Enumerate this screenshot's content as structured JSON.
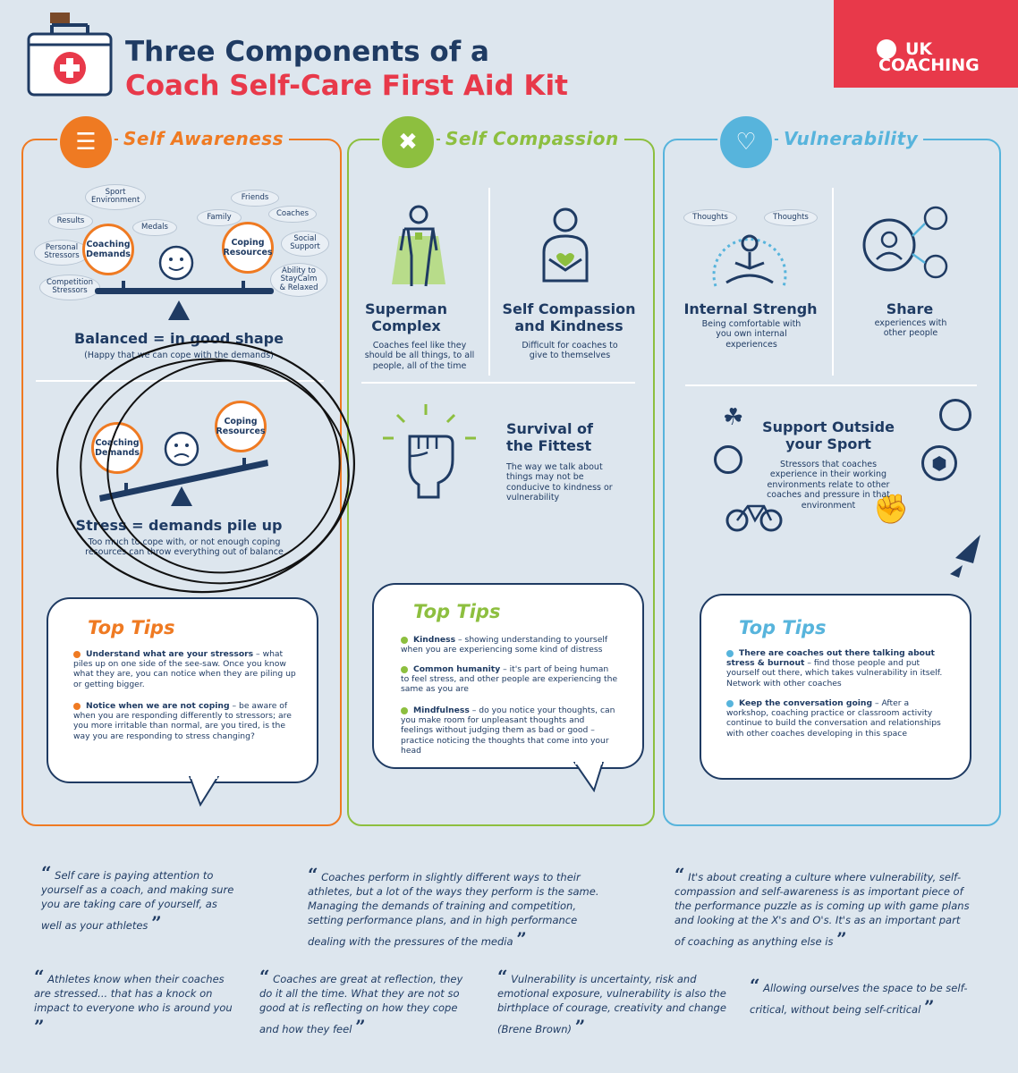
{
  "header": {
    "title_line1": "Three Components of a",
    "title_line2": "Coach Self-Care First Aid Kit",
    "logo_line1": "UK",
    "logo_line2": "COACHING"
  },
  "colors": {
    "orange": "#ef7a22",
    "green": "#8dbf3f",
    "blue": "#57b4dc",
    "navy": "#1f3b63",
    "red": "#e8394a"
  },
  "self_awareness": {
    "title": "Self Awareness",
    "bubbles": [
      "Sport Environment",
      "Results",
      "Medals",
      "Personal Stressors",
      "Competition Stressors",
      "Family",
      "Friends",
      "Coaches",
      "Social Support",
      "Ability to StayCalm & Relaxed"
    ],
    "coaching_demands": "Coaching Demands",
    "coping_resources": "Coping Resources",
    "balanced_title": "Balanced = in good shape",
    "balanced_sub": "(Happy that we can cope with the demands)",
    "stress_title": "Stress = demands pile up",
    "stress_sub": "Too much to cope with, or not enough coping resources can throw everything out of balance",
    "tips_title": "Top Tips",
    "tips": [
      {
        "bold": "Understand what are your stressors",
        "text": " – what piles up on one side of the see-saw. Once you know what they are, you can notice when they are piling up or getting bigger."
      },
      {
        "bold": "Notice when we are not coping",
        "text": " – be aware of when you are responding differently to stressors; are you more irritable than normal, are you tired, is the way you are responding to stress changing?"
      }
    ]
  },
  "self_compassion": {
    "title": "Self Compassion",
    "superman_title": "Superman Complex",
    "superman_text": "Coaches feel like they should be all things, to all people, all of the time",
    "kindness_title": "Self Compassion and Kindness",
    "kindness_text": "Difficult for coaches to give to themselves",
    "survival_title": "Survival of the Fittest",
    "survival_text": "The way we talk about things may not be conducive to kindness or vulnerability",
    "tips_title": "Top Tips",
    "tips": [
      {
        "bold": "Kindness",
        "text": " – showing understanding to yourself when you are experiencing some kind of distress"
      },
      {
        "bold": "Common humanity",
        "text": " – it's part of being human to feel stress, and other people are experiencing the same as you are"
      },
      {
        "bold": "Mindfulness",
        "text": " – do you notice your thoughts, can you make room for unpleasant thoughts and feelings without judging them as bad or good – practice noticing the thoughts that come into your head"
      }
    ]
  },
  "vulnerability": {
    "title": "Vulnerability",
    "thoughts": "Thoughts",
    "internal_title": "Internal Strengh",
    "internal_text": "Being comfortable with you own internal experiences",
    "share_title": "Share",
    "share_text": "experiences with other people",
    "support_title": "Support Outside your Sport",
    "support_text": "Stressors that coaches experience in their working environments relate to other coaches and pressure in that environment",
    "tips_title": "Top Tips",
    "tips": [
      {
        "bold": "There are coaches out there talking about stress & burnout",
        "text": " – find those people and put yourself out there, which takes vulnerability in itself. Network with other coaches"
      },
      {
        "bold": "Keep the conversation going",
        "text": " – After a workshop, coaching practice or classroom activity continue to build the conversation and relationships with other coaches developing in this space"
      }
    ]
  },
  "quotes": [
    "Self care is paying attention to yourself as a coach, and making sure you are taking care of yourself, as well as your athletes",
    "Coaches perform in slightly different ways to their athletes, but a lot of the ways they perform is the same. Managing the demands of training and competition, setting performance plans, and in high performance dealing with the pressures of the media",
    "It's about creating a culture where vulnerability, self-compassion and self-awareness is as important piece of the performance puzzle as is coming up with game plans and looking at the X's and O's. It's as an important part of coaching as anything else is",
    "Athletes know when their coaches are stressed... that has a knock on impact to everyone who is around you",
    "Coaches are great at reflection, they do it all the time. What they are not so good at is reflecting on how they cope and how they feel",
    "Vulnerability is uncertainty, risk and emotional exposure, vulnerability is also the birthplace of courage, creativity and change (Brene Brown)",
    "Allowing ourselves the space to be self-critical, without being self-critical"
  ]
}
